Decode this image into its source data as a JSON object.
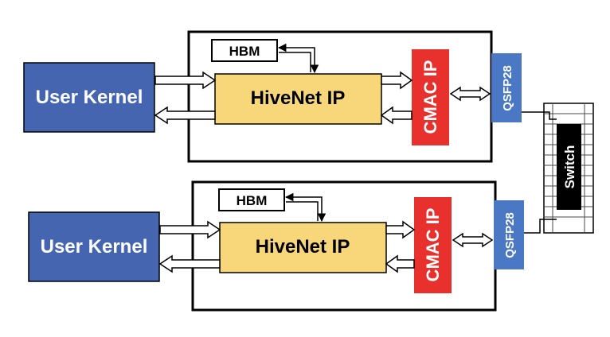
{
  "nodes": {
    "top": {
      "user_kernel": "User Kernel",
      "hbm": "HBM",
      "hivenet": "HiveNet IP",
      "cmac": "CMAC IP",
      "qsfp": "QSFP28"
    },
    "bottom": {
      "user_kernel": "User Kernel",
      "hbm": "HBM",
      "hivenet": "HiveNet IP",
      "cmac": "CMAC IP",
      "qsfp": "QSFP28"
    },
    "switch": "Switch"
  },
  "colors": {
    "user_kernel_fill": "#4665b0",
    "hivenet_fill": "#f7d77a",
    "cmac_fill": "#e8302c",
    "qsfp_fill": "#4a78c4",
    "switch_fill": "#000000",
    "text_light": "#ffffff",
    "text_dark": "#000000"
  }
}
